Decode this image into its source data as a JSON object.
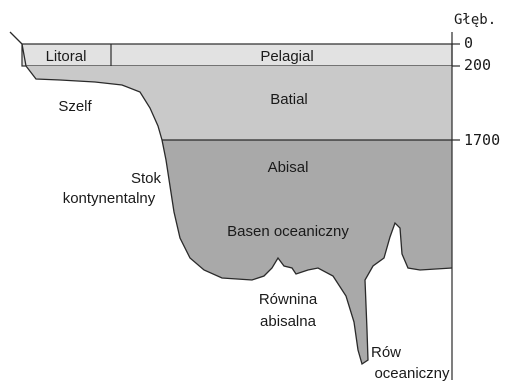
{
  "diagram": {
    "zones": {
      "litoral": "Litoral",
      "pelagial": "Pelagial",
      "batial": "Batial",
      "abisal": "Abisal"
    },
    "features": {
      "szelf": "Szelf",
      "stok_line1": "Stok",
      "stok_line2": "kontynentalny",
      "basen": "Basen oceaniczny",
      "rownina_line1": "Równina",
      "rownina_line2": "abisalna",
      "row_line1": "Rów",
      "row_line2": "oceaniczny"
    },
    "depth_axis": {
      "title": "Głęb.",
      "ticks": [
        "0",
        "200",
        "1700"
      ]
    },
    "colors": {
      "surface_band": "#e2e2e2",
      "batial_fill": "#c9c9c9",
      "abisal_fill": "#a9a9a9",
      "outline": "#2a2a2a"
    }
  }
}
